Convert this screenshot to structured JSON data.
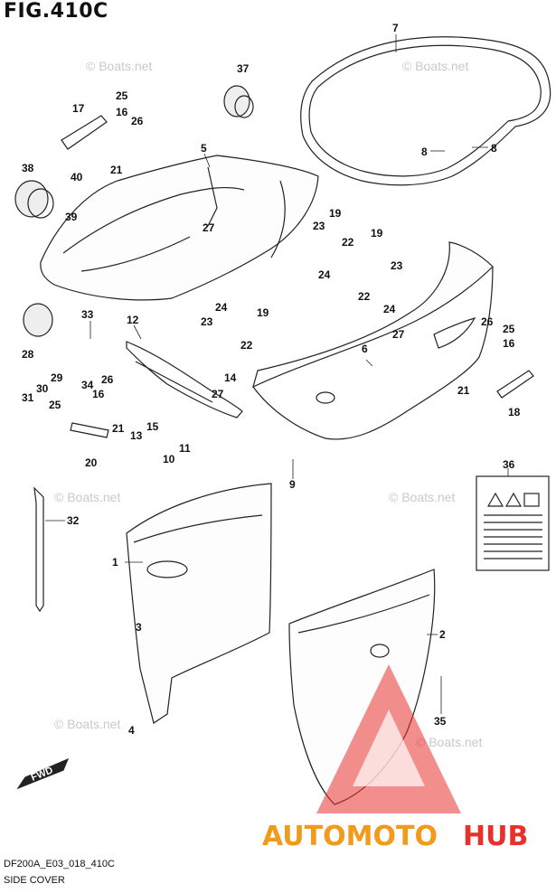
{
  "header": {
    "figure_id": "FIG.410C"
  },
  "footer": {
    "model_code": "DF200A_E03_018_410C",
    "caption": "SIDE COVER"
  },
  "watermark": {
    "text": "© Boats.net"
  },
  "logo": {
    "part1": "AUTOMOTO",
    "part2": "HUB",
    "color_a": "#f29a1b",
    "color_b": "#e8312b",
    "triangle_color": "#e8312b"
  },
  "fwd_badge": {
    "text": "FWD"
  },
  "callouts": {
    "c1": "1",
    "c2": "2",
    "c3": "3",
    "c4": "4",
    "c5": "5",
    "c6": "6",
    "c7": "7",
    "c8a": "8",
    "c8b": "8",
    "c9": "9",
    "c10": "10",
    "c11": "11",
    "c12": "12",
    "c13": "13",
    "c14": "14",
    "c15": "15",
    "c16a": "16",
    "c16b": "16",
    "c16c": "16",
    "c17": "17",
    "c18": "18",
    "c19a": "19",
    "c19b": "19",
    "c19c": "19",
    "c20": "20",
    "c21a": "21",
    "c21b": "21",
    "c21c": "21",
    "c22a": "22",
    "c22b": "22",
    "c22c": "22",
    "c23a": "23",
    "c23b": "23",
    "c23c": "23",
    "c24a": "24",
    "c24b": "24",
    "c24c": "24",
    "c25a": "25",
    "c25b": "25",
    "c25c": "25",
    "c26a": "26",
    "c26b": "26",
    "c26c": "26",
    "c27a": "27",
    "c27b": "27",
    "c27c": "27",
    "c28": "28",
    "c29": "29",
    "c30": "30",
    "c31": "31",
    "c32": "32",
    "c33": "33",
    "c34": "34",
    "c35": "35",
    "c36": "36",
    "c37": "37",
    "c38": "38",
    "c39": "39",
    "c40": "40"
  }
}
